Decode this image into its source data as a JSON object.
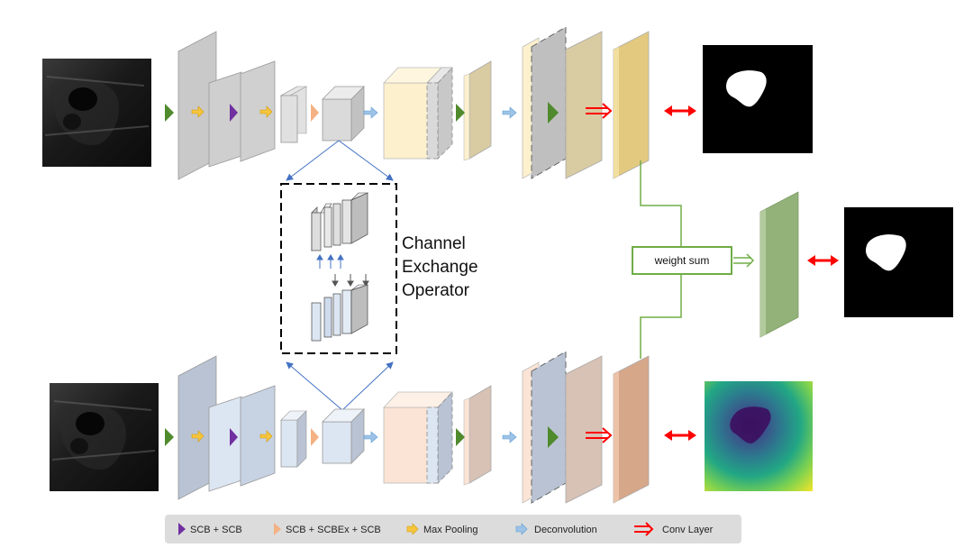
{
  "colors": {
    "gray_block": "#c9c9c9",
    "blue_gray_block": "#b9c3d3",
    "light_blue_block": "#dce6f2",
    "cream_block": "#fdf0cd",
    "tan_block": "#d9cba2",
    "gold_block": "#e8d28f",
    "peach_block": "#fbe4d5",
    "rose_block": "#d8c1b5",
    "copper_block": "#d7a78a",
    "green_block": "#93b27a",
    "green_arrow": "#4f8a2c",
    "purple_arrow": "#7030a0",
    "orange_arrow": "#f4b183",
    "maxpool_arrow": "#f6c53f",
    "deconv_arrow": "#9dc3e6",
    "conv_arrow": "#ff0000",
    "line_blue": "#4472c4",
    "line_green": "#70ad47"
  },
  "operator": {
    "label_lines": [
      "Channel",
      "Exchange",
      "Operator"
    ]
  },
  "fusion": {
    "label": "weight sum"
  },
  "legend": {
    "items": [
      {
        "label": "SCB + SCB",
        "icon": "purple-triangle-icon"
      },
      {
        "label": "SCB + SCBEx + SCB",
        "icon": "orange-triangle-icon"
      },
      {
        "label": "Max Pooling",
        "icon": "yellow-arrow-icon"
      },
      {
        "label": "Deconvolution",
        "icon": "blue-arrow-icon"
      },
      {
        "label": "Conv Layer",
        "icon": "red-double-arrow-icon"
      }
    ]
  }
}
